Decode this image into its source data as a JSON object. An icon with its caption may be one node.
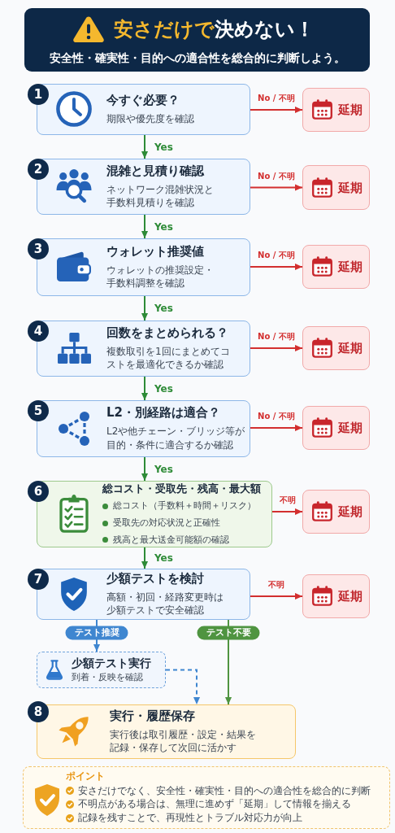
{
  "diagram": {
    "nodes": [
      {
        "text": [
          "**安さだけで**決めない！",
          "安全性・確実性・目的への適合性を総合的に判断しよう。"
        ]
      },
      {
        "text": [
          "1"
        ]
      },
      {
        "text": [
          "今すぐ必要？",
          "期限や優先度を確認"
        ]
      },
      {
        "text": [
          "延期"
        ]
      },
      {
        "text": [
          "2"
        ]
      },
      {
        "text": [
          "混雑と見積り確認",
          "ネットワーク混雑状況と手数料見積りを確認"
        ]
      },
      {
        "text": [
          "延期"
        ]
      },
      {
        "text": [
          "3"
        ]
      },
      {
        "text": [
          "ウォレット推奨値",
          "ウォレットの推奨設定・手数料調整を確認"
        ]
      },
      {
        "text": [
          "延期"
        ]
      },
      {
        "text": [
          "4"
        ]
      },
      {
        "text": [
          "回数をまとめられる？",
          "複数取引を1回にまとめてコストを最適化できるか確認"
        ]
      },
      {
        "text": [
          "延期"
        ]
      },
      {
        "text": [
          "5"
        ]
      },
      {
        "text": [
          "L2・別経路は適合？",
          "L2や他チェーン・ブリッジ等が目的・条件に適合するか確認"
        ]
      },
      {
        "text": [
          "延期"
        ]
      },
      {
        "text": [
          "6"
        ]
      },
      {
        "text": [
          "総コスト・受取先・残高・最大額",
          "総コスト（手数料＋時間＋リスク）",
          "受取先の対応状況と正確性",
          "残高と最大送金可能額の確認"
        ]
      },
      {
        "text": [
          "延期"
        ]
      },
      {
        "text": [
          "7"
        ]
      },
      {
        "text": [
          "少額テストを検討",
          "高額・初回・経路変更時は少額テストで安全確認"
        ]
      },
      {
        "text": [
          "延期"
        ]
      },
      {
        "text": [
          "少額テスト実行",
          "到着・反映を確認"
        ]
      },
      {
        "text": [
          "8"
        ]
      },
      {
        "text": [
          "実行・履歴保存",
          "実行後は取引履歴・設定・結果を記録・保存して次回に活かす"
        ]
      },
      {
        "text": [
          "ポイント",
          "安さだけでなく、安全性・確実性・目的への適合性を総合的に判断",
          "不明点がある場合は、無理に進めず「延期」して情報を揃える",
          "記録を残すことで、再現性とトラブル対応力が向上"
        ]
      }
    ],
    "edges": [
      {
        "from": 2,
        "to": 3,
        "arrow": "to",
        "label": "No / 不明",
        "color": "#d32f2f"
      },
      {
        "from": 2,
        "to": 5,
        "arrow": "to",
        "label": "Yes",
        "color": "#2e8b37"
      },
      {
        "from": 5,
        "to": 6,
        "arrow": "to",
        "label": "No / 不明",
        "color": "#d32f2f"
      },
      {
        "from": 5,
        "to": 8,
        "arrow": "to",
        "label": "Yes",
        "color": "#2e8b37"
      },
      {
        "from": 8,
        "to": 9,
        "arrow": "to",
        "label": "No / 不明",
        "color": "#d32f2f"
      },
      {
        "from": 8,
        "to": 11,
        "arrow": "to",
        "label": "Yes",
        "color": "#2e8b37"
      },
      {
        "from": 11,
        "to": 12,
        "arrow": "to",
        "label": "No / 不明",
        "color": "#d32f2f"
      },
      {
        "from": 11,
        "to": 14,
        "arrow": "to",
        "label": "Yes",
        "color": "#2e8b37"
      },
      {
        "from": 14,
        "to": 15,
        "arrow": "to",
        "label": "No / 不明",
        "color": "#d32f2f"
      },
      {
        "from": 14,
        "to": 17,
        "arrow": "to",
        "label": "Yes",
        "color": "#2e8b37"
      },
      {
        "from": 17,
        "to": 18,
        "arrow": "to",
        "label": "不明",
        "color": "#d32f2f"
      },
      {
        "from": 17,
        "to": 20,
        "arrow": "to",
        "label": "Yes",
        "color": "#2e8b37"
      },
      {
        "from": 20,
        "to": 21,
        "arrow": "to",
        "label": "不明",
        "color": "#d32f2f"
      },
      {
        "from": 20,
        "to": 22,
        "arrow": "to",
        "label": "テスト推奨",
        "color": "#3f86d0"
      },
      {
        "from": 20,
        "to": 24,
        "arrow": "to",
        "label": "テスト不要",
        "color": "#4f9440"
      },
      {
        "from": 22,
        "to": 24,
        "arrow": "to",
        "style": "dashed",
        "color": "#3f86d0"
      }
    ]
  }
}
